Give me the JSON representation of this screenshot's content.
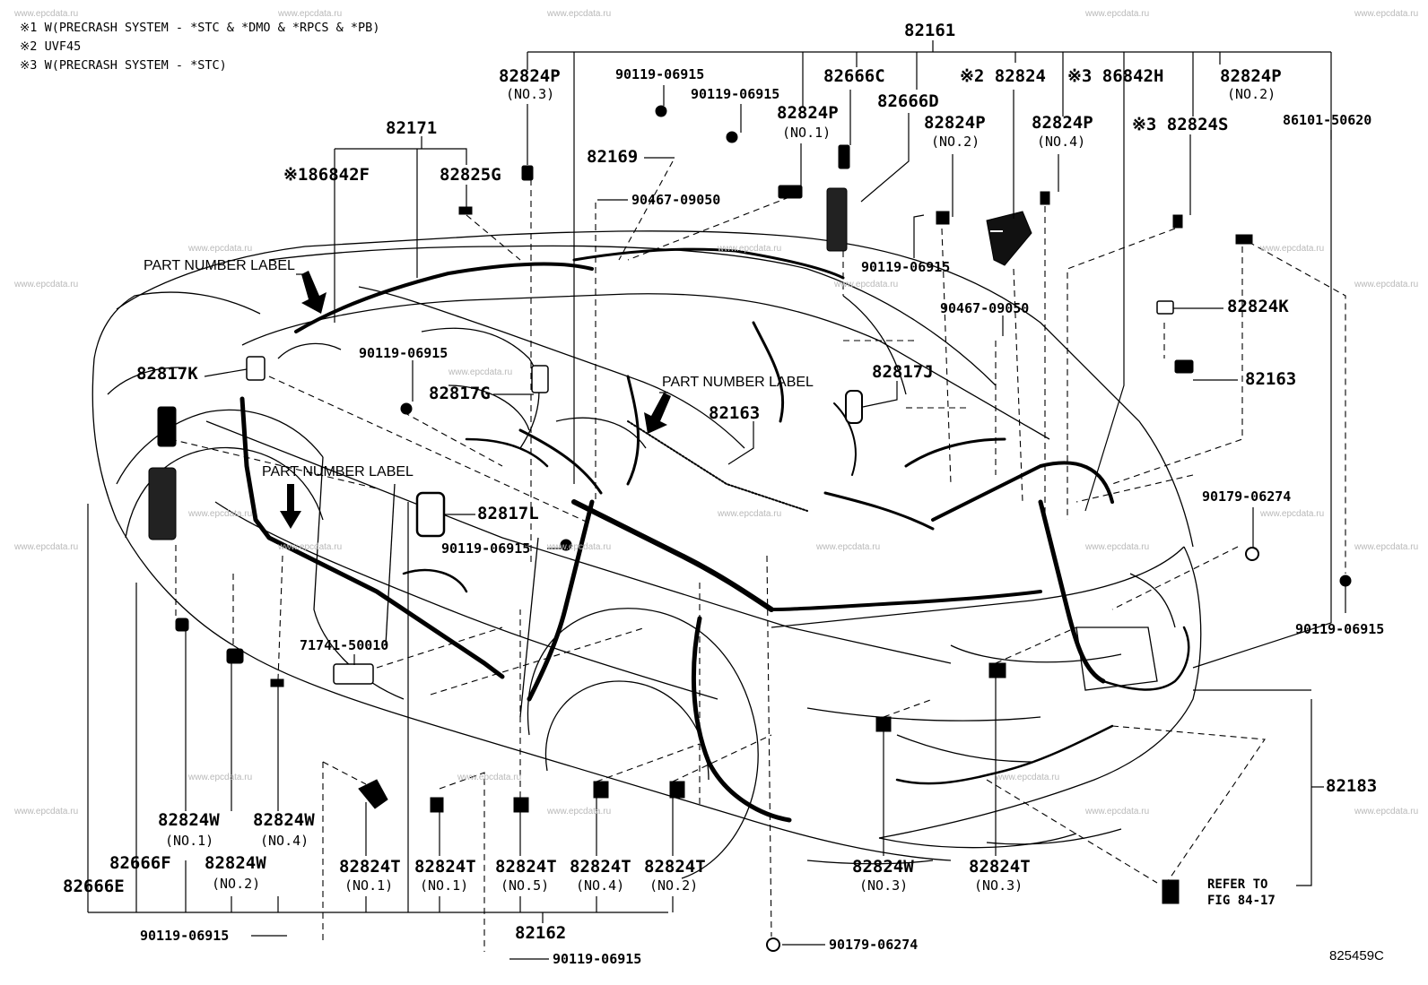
{
  "notes": [
    "※1 W(PRECRASH SYSTEM - *STC & *DMO & *RPCS & *PB)",
    "※2 UVF45",
    "※3 W(PRECRASH SYSTEM - *STC)"
  ],
  "watermark": "www.epcdata.ru",
  "part_number_label": "PART NUMBER LABEL",
  "labels": {
    "p82161": "82161",
    "p82824P_1": "82824P",
    "p82824P_1_no": "(NO.3)",
    "p90119_a": "90119-06915",
    "p90119_b": "90119-06915",
    "p82666C": "82666C",
    "p82666D": "82666D",
    "p82824_m2": "※2 82824",
    "p86842H_m3": "※3 86842H",
    "p82824P_2": "82824P",
    "p82824P_2_no": "(NO.2)",
    "p82824P_3": "82824P",
    "p82824P_3_no": "(NO.1)",
    "p82824P_4": "82824P",
    "p82824P_4_no": "(NO.2)",
    "p82824P_5": "82824P",
    "p82824P_5_no": "(NO.4)",
    "p82824S_m3": "※3 82824S",
    "p86101": "86101-50620",
    "p82171": "82171",
    "p86842F_m1": "※186842F",
    "p82825G": "82825G",
    "p82169": "82169",
    "p90467_a": "90467-09050",
    "p90119_c": "90119-06915",
    "p90467_b": "90467-09050",
    "p82824K": "82824K",
    "p82163_a": "82163",
    "p82817K": "82817K",
    "p90119_d": "90119-06915",
    "p82817G": "82817G",
    "p82817J": "82817J",
    "p82163_b": "82163",
    "p82817L": "82817L",
    "p90119_e": "90119-06915",
    "p90179_a": "90179-06274",
    "p90119_f": "90119-06915",
    "p71741": "71741-50010",
    "p82183": "82183",
    "p82824W_1": "82824W",
    "p82824W_1_no": "(NO.1)",
    "p82824W_4": "82824W",
    "p82824W_4_no": "(NO.4)",
    "p82666F": "82666F",
    "p82824W_2": "82824W",
    "p82824W_2_no": "(NO.2)",
    "p82666E": "82666E",
    "p82824T_1a": "82824T",
    "p82824T_1a_no": "(NO.1)",
    "p82824T_1b": "82824T",
    "p82824T_1b_no": "(NO.1)",
    "p82824T_5": "82824T",
    "p82824T_5_no": "(NO.5)",
    "p82824T_4": "82824T",
    "p82824T_4_no": "(NO.4)",
    "p82824T_2": "82824T",
    "p82824T_2_no": "(NO.2)",
    "p82824W_3": "82824W",
    "p82824W_3_no": "(NO.3)",
    "p82824T_3": "82824T",
    "p82824T_3_no": "(NO.3)",
    "p82162": "82162",
    "p90119_g": "90119-06915",
    "p90119_h": "90119-06915",
    "p90179_b": "90179-06274",
    "refer": "REFER TO\nFIG 84-17",
    "fig_code": "825459C"
  }
}
